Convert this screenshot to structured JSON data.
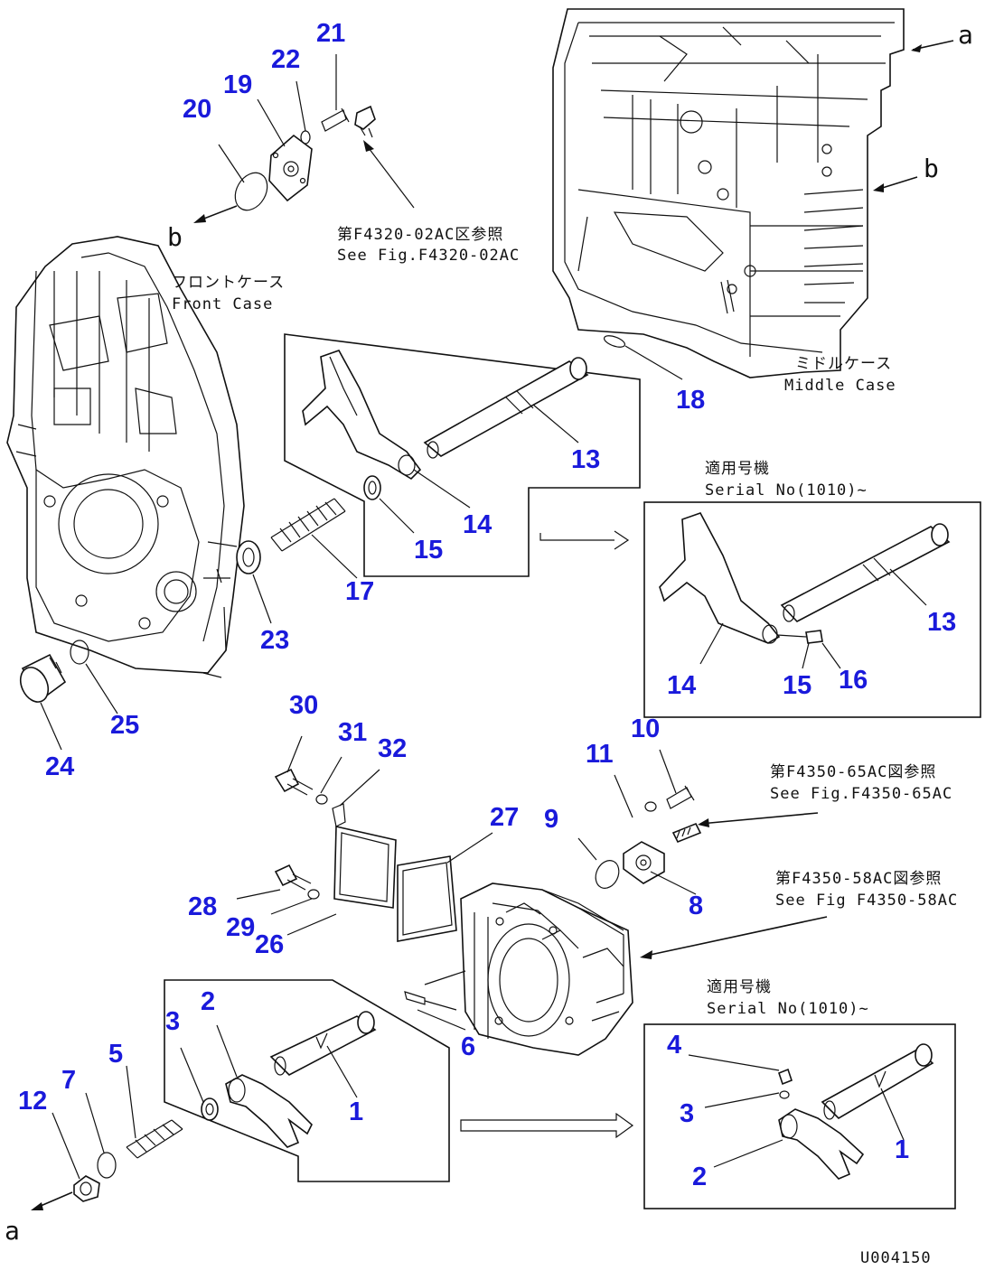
{
  "callouts": {
    "n1a": "1",
    "n2a": "2",
    "n3a": "3",
    "n5": "5",
    "n6": "6",
    "n7": "7",
    "n8": "8",
    "n9": "9",
    "n10": "10",
    "n11": "11",
    "n12": "12",
    "n13a": "13",
    "n14a": "14",
    "n15a": "15",
    "n17": "17",
    "n18": "18",
    "n19": "19",
    "n20": "20",
    "n21": "21",
    "n22": "22",
    "n23": "23",
    "n24": "24",
    "n25": "25",
    "n26": "26",
    "n27": "27",
    "n28": "28",
    "n29": "29",
    "n30": "30",
    "n31": "31",
    "n32": "32",
    "n13b": "13",
    "n14b": "14",
    "n15b": "15",
    "n16": "16",
    "n1b": "1",
    "n2b": "2",
    "n3b": "3",
    "n4": "4"
  },
  "refs": {
    "a_top": "a",
    "b_top": "b",
    "b_left": "b",
    "a_bottom": "a"
  },
  "notes": {
    "f4320_jp": "第F4320-02AC区参照",
    "f4320_en": "See Fig.F4320-02AC",
    "front_case_jp": "フロントケース",
    "front_case_en": "Front Case",
    "middle_case_jp": "ミドルケース",
    "middle_case_en": "Middle Case",
    "serial_top_jp": "適用号機",
    "serial_top_en": "Serial No(1010)~",
    "f4350_65_jp": "第F4350-65AC図参照",
    "f4350_65_en": "See Fig.F4350-65AC",
    "f4350_58_jp": "第F4350-58AC図参照",
    "f4350_58_en": "See Fig F4350-58AC",
    "serial_bottom_jp": "適用号機",
    "serial_bottom_en": "Serial No(1010)~",
    "drawing_code": "U004150"
  }
}
